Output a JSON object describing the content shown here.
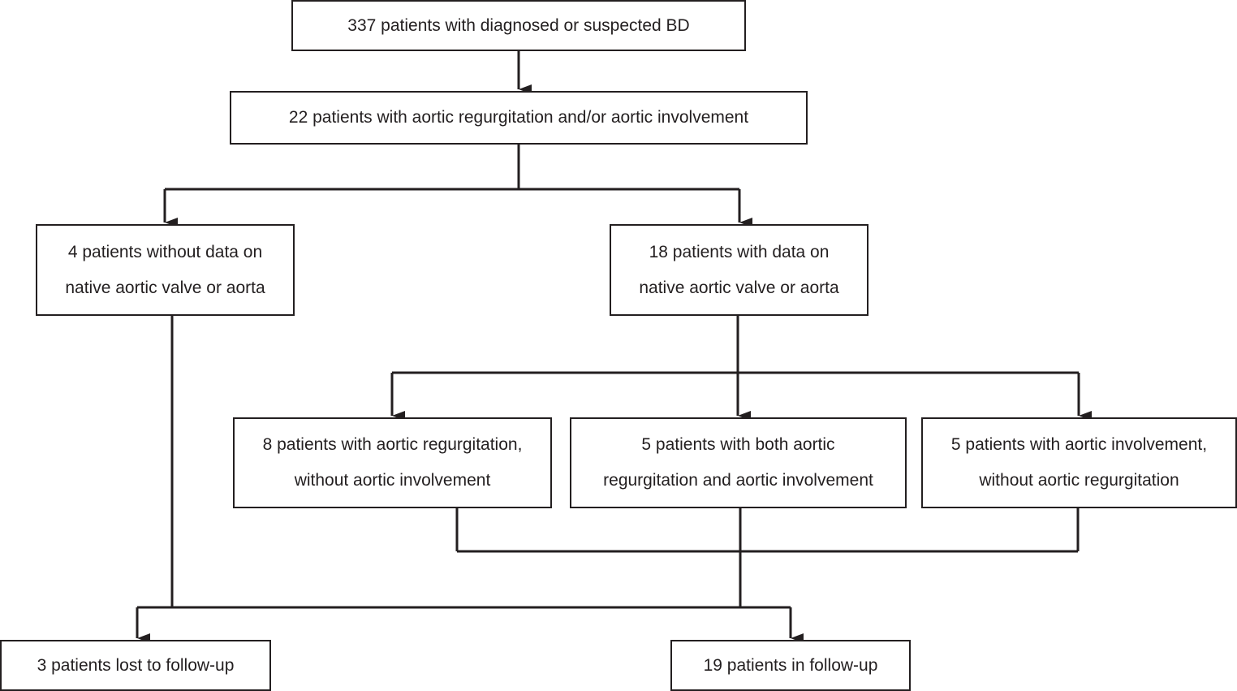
{
  "boxes": {
    "total": [
      "337 patients with diagnosed or suspected BD"
    ],
    "aortic": [
      "22 patients with aortic regurgitation and/or aortic involvement"
    ],
    "no_data": [
      "4 patients without data on",
      "native aortic valve or aorta"
    ],
    "with_data": [
      "18 patients with data on",
      "native aortic valve or aorta"
    ],
    "ar_only": [
      "8 patients with aortic regurgitation,",
      "without aortic involvement"
    ],
    "both": [
      "5 patients with both aortic",
      "regurgitation and aortic involvement"
    ],
    "ai_only": [
      "5 patients with aortic involvement,",
      "without aortic regurgitation"
    ],
    "lost": [
      "3 patients lost to follow-up"
    ],
    "followup": [
      "19 patients in follow-up"
    ]
  },
  "colors": {
    "line": "#231f20",
    "box_border": "#231f20",
    "text": "#231f20",
    "background": "#ffffff"
  }
}
